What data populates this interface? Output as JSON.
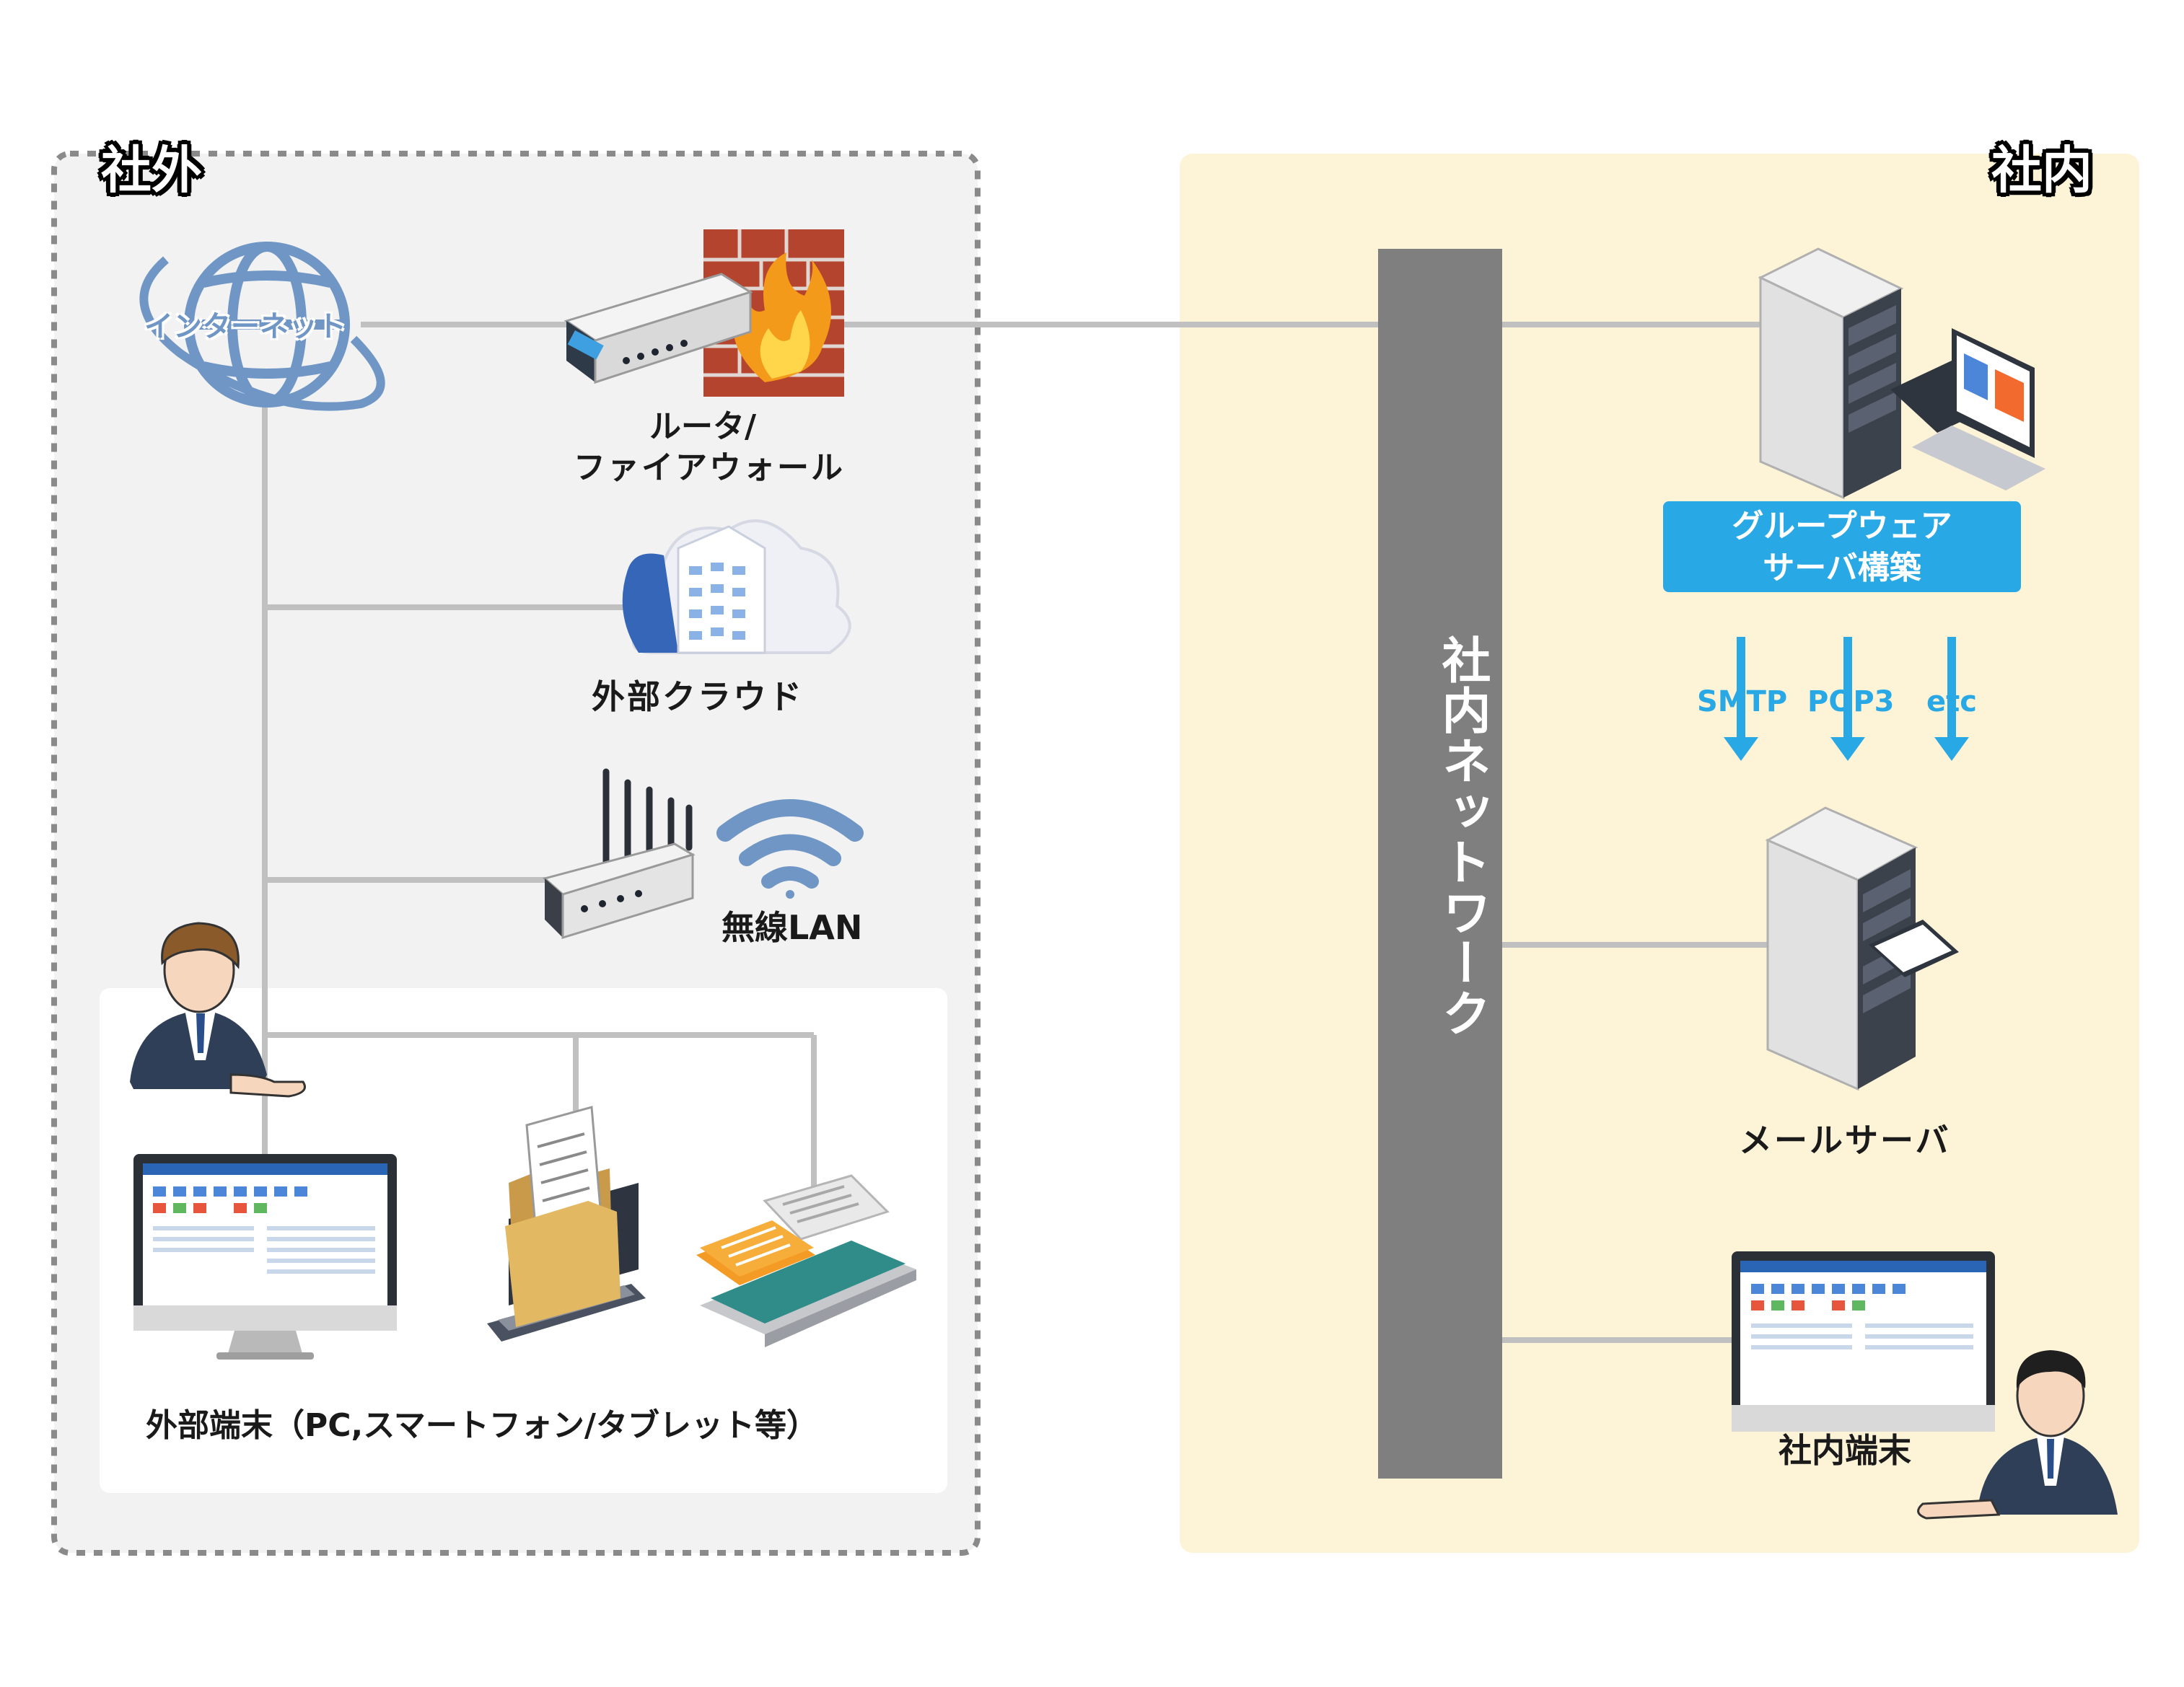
{
  "zones": {
    "outside": {
      "title": "社外"
    },
    "inside": {
      "title": "社内"
    }
  },
  "nodes": {
    "internet": "インターネット",
    "router_line1": "ルータ/",
    "router_line2": "ファイアウォール",
    "cloud": "外部クラウド",
    "wireless": "無線LAN",
    "external_devices": "外部端末（PC,スマートフォン/タブレット等）",
    "network": "社内ネットワーク",
    "groupware_line1": "グループウェア",
    "groupware_line2": "サーバ構築",
    "mail_server": "メールサーバ",
    "internal_terminal": "社内端末"
  },
  "protocols": [
    "SMTP",
    "POP3",
    "etc"
  ],
  "colors": {
    "outside_bg": "#f2f2f2",
    "inside_bg": "#fdf3d7",
    "network_bar": "#7f7f7f",
    "accent_blue": "#29a8e6",
    "line": "#c0c0c0"
  }
}
